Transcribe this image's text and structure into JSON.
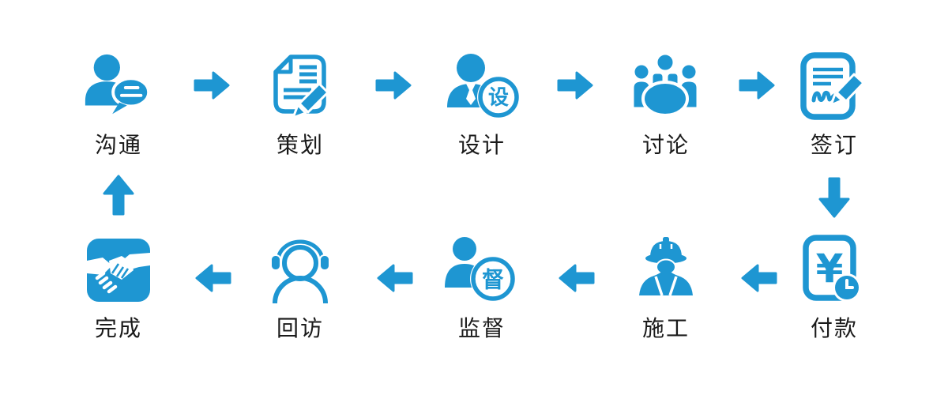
{
  "palette": {
    "accent": "#1e96d2",
    "label_color": "#1a1a1a",
    "background": "#ffffff"
  },
  "process": {
    "top_row": {
      "direction": "left-to-right",
      "steps": [
        {
          "label": "沟通",
          "icon": "person-chat-icon"
        },
        {
          "label": "策划",
          "icon": "document-pencil-icon"
        },
        {
          "label": "设计",
          "icon": "designer-person-badge-icon",
          "badge": "设"
        },
        {
          "label": "讨论",
          "icon": "meeting-table-icon"
        },
        {
          "label": "签订",
          "icon": "contract-sign-icon"
        }
      ]
    },
    "bottom_row": {
      "direction": "right-to-left",
      "steps": [
        {
          "label": "完成",
          "icon": "handshake-icon"
        },
        {
          "label": "回访",
          "icon": "headset-person-icon"
        },
        {
          "label": "监督",
          "icon": "supervisor-person-badge-icon",
          "badge": "督"
        },
        {
          "label": "施工",
          "icon": "construction-worker-icon"
        },
        {
          "label": "付款",
          "icon": "payment-clock-icon",
          "currency": "¥"
        }
      ]
    },
    "connectors": {
      "top": "arrow-right-icon",
      "right": "arrow-down-icon",
      "bottom": "arrow-left-icon",
      "left": "arrow-up-icon"
    }
  }
}
